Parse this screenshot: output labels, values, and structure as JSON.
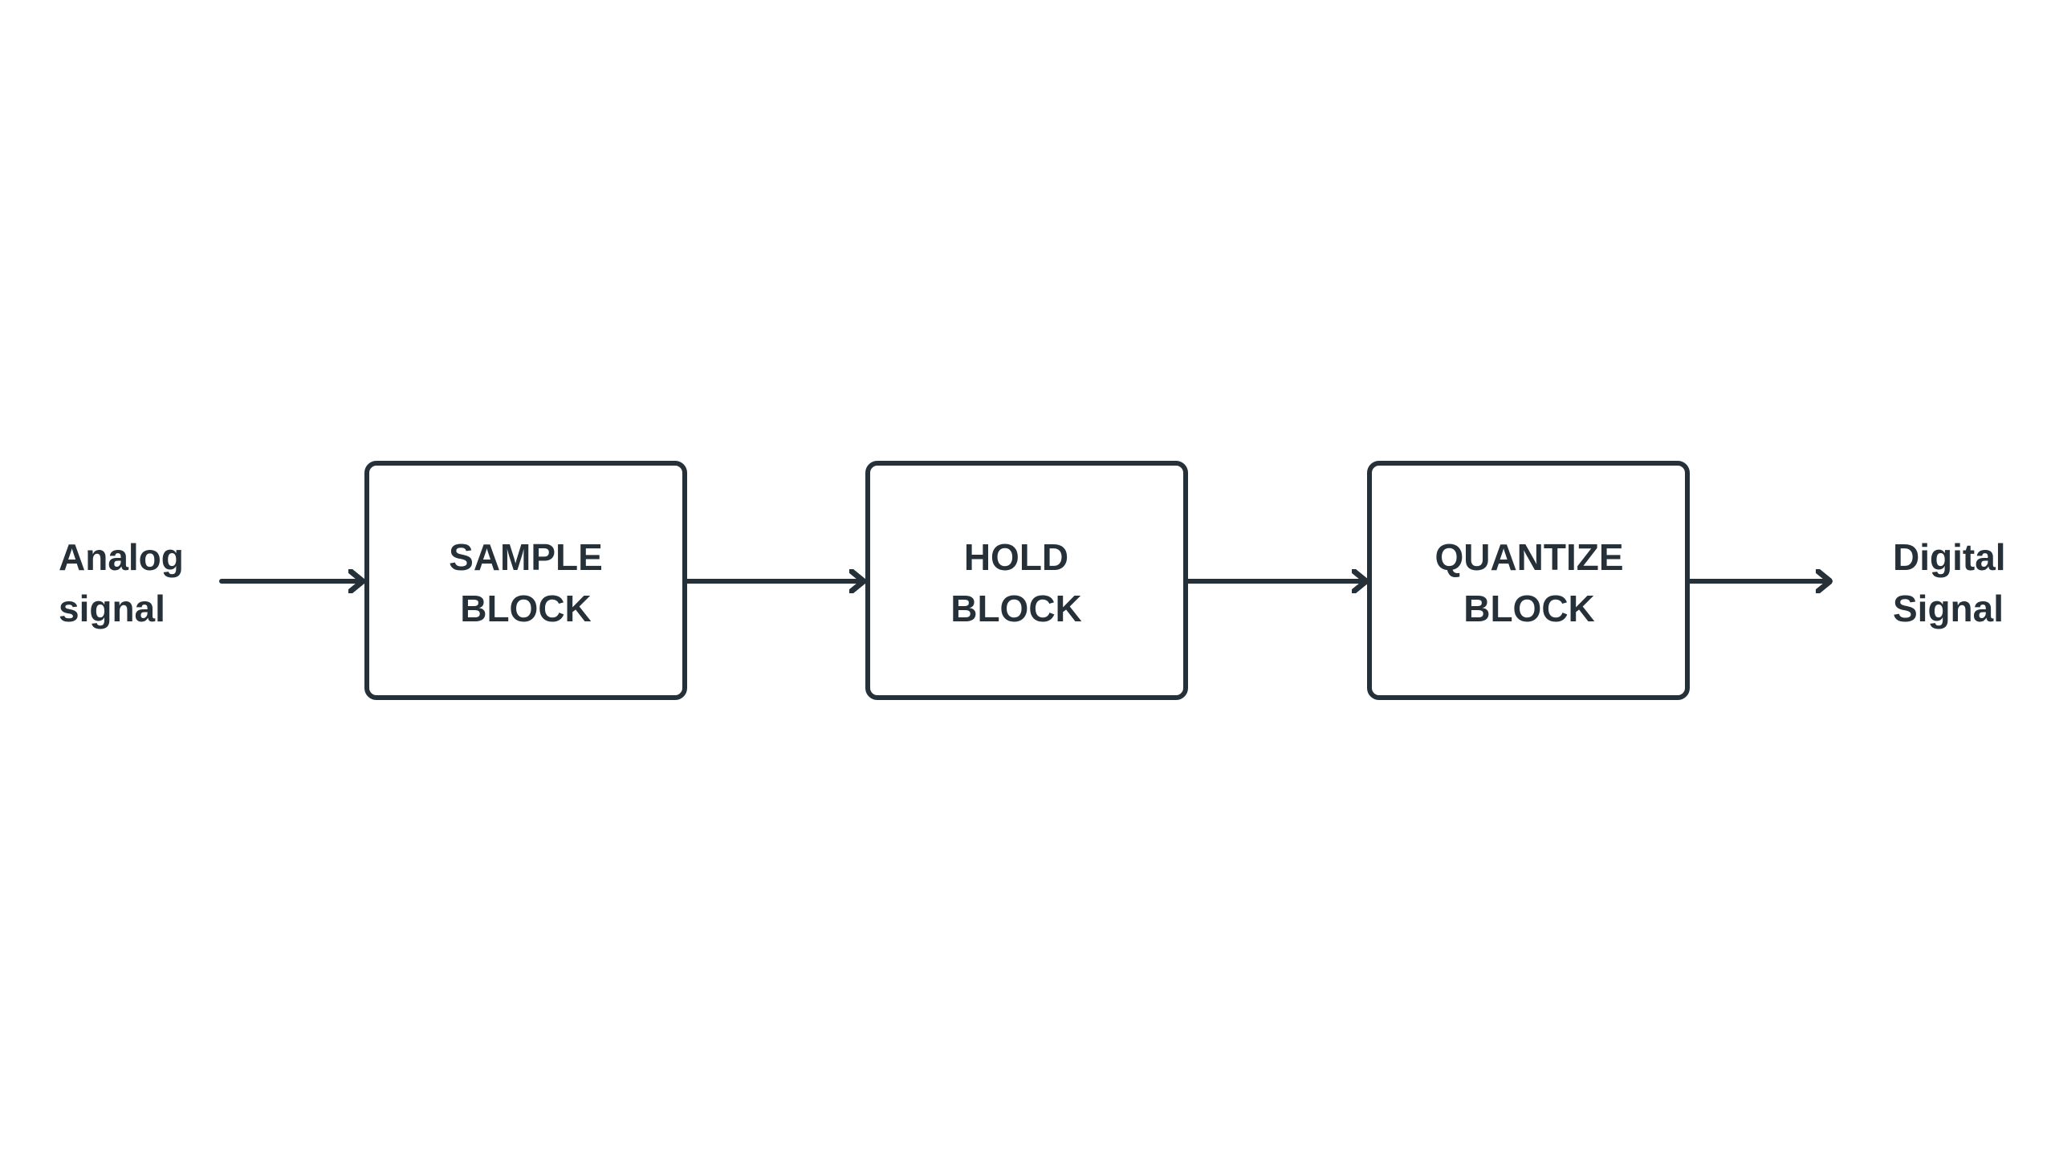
{
  "diagram": {
    "input": {
      "line1": "Analog",
      "line2": "signal"
    },
    "blocks": [
      {
        "line1": "SAMPLE",
        "line2": "BLOCK"
      },
      {
        "line1": "HOLD",
        "line2": "BLOCK"
      },
      {
        "line1": "QUANTIZE",
        "line2": "BLOCK"
      }
    ],
    "output": {
      "line1": "Digital",
      "line2": "Signal"
    }
  },
  "colors": {
    "stroke": "#253039",
    "background": "#ffffff"
  }
}
